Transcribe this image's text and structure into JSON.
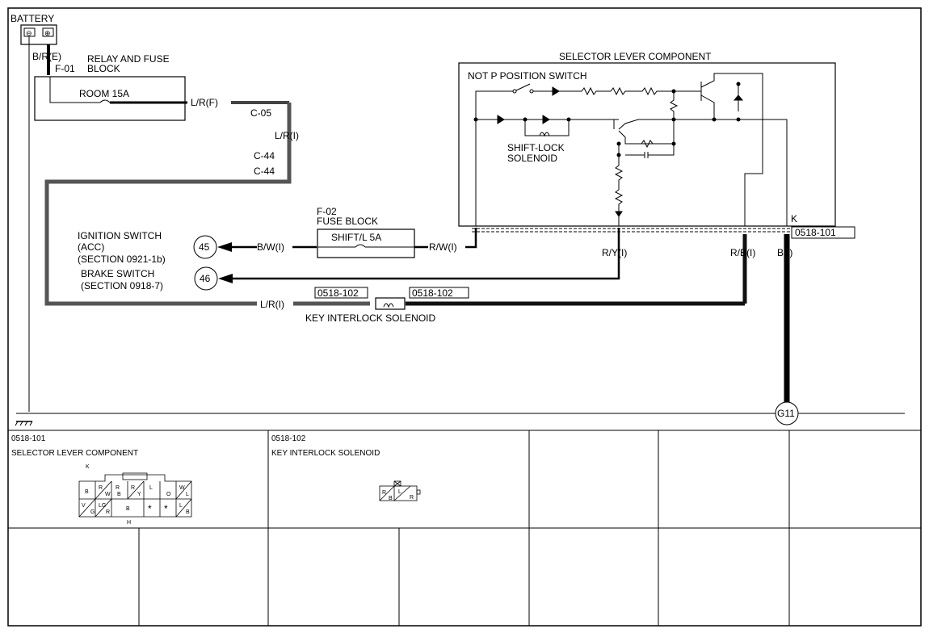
{
  "battery": {
    "label": "BATTERY",
    "neg": "⊖",
    "pos": "⊕",
    "wire": "B/R(E)"
  },
  "relay_fuse_block": {
    "id": "F-01",
    "title_line1": "RELAY AND FUSE",
    "title_line2": "BLOCK",
    "fuse": "ROOM 15A",
    "wire_out": "L/R(F)"
  },
  "connectors": {
    "c05": "C-05",
    "c44a": "C-44",
    "c44b": "C-44",
    "wire_mid": "L/R(I)"
  },
  "fuse_block": {
    "id": "F-02",
    "title": "FUSE BLOCK",
    "fuse": "SHIFT/L 5A",
    "wire_in": "B/W(I)",
    "wire_out": "R/W(I)"
  },
  "ignition_switch": {
    "line1": "IGNITION SWITCH",
    "line2": "(ACC)",
    "line3": "(SECTION 0921-1b)",
    "ref": "45"
  },
  "brake_switch": {
    "line1": "BRAKE SWITCH",
    "line2": "(SECTION 0918-7)",
    "ref": "46"
  },
  "selector_lever": {
    "title": "SELECTOR LEVER COMPONENT",
    "switch": "NOT P POSITION SWITCH",
    "solenoid_line1": "SHIFT-LOCK",
    "solenoid_line2": "SOLENOID",
    "pin_k": "K",
    "connector": "0518-101",
    "wire_ry": "R/Y(I)",
    "wire_rb": "R/B(I)",
    "wire_b": "B(I)"
  },
  "key_interlock": {
    "label": "KEY INTERLOCK SOLENOID",
    "conn_left": "0518-102",
    "conn_right": "0518-102",
    "wire": "L/R(I)"
  },
  "ground": {
    "ref": "G11"
  },
  "connector_table": {
    "cell1_id": "0518-101",
    "cell1_name": "SELECTOR LEVER COMPONENT",
    "cell1_k": "K",
    "cell1_h": "H",
    "cell1_pins_top": [
      "B",
      "R",
      "W",
      "R",
      "B",
      "R",
      "Y",
      "L",
      "O",
      "W",
      "L"
    ],
    "cell1_pins_bottom": [
      "V",
      "G",
      "LG",
      "R",
      "B",
      "*",
      "*",
      "L",
      "B"
    ],
    "cell2_id": "0518-102",
    "cell2_name": "KEY INTERLOCK SOLENOID",
    "cell2_pins": [
      "R",
      "B",
      "L",
      "R"
    ]
  }
}
